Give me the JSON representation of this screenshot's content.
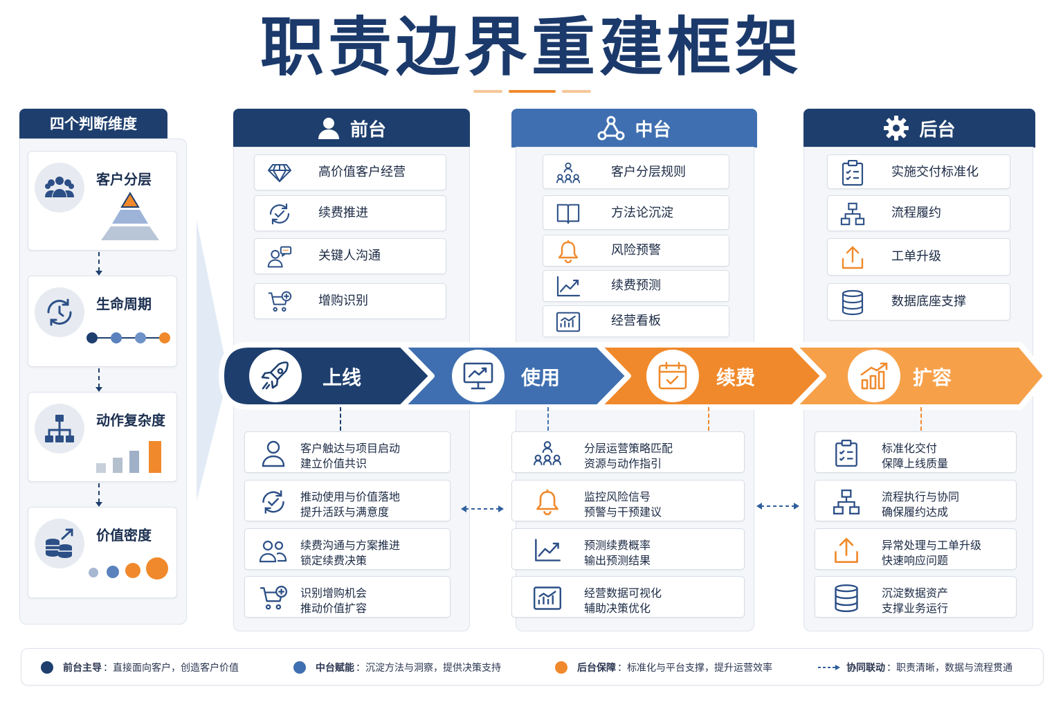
{
  "title": "职责边界重建框架",
  "colors": {
    "navy": "#1e3f6e",
    "blue": "#3f6fb0",
    "orange": "#f0892b",
    "light_orange": "#f6a14a"
  },
  "dimensions": {
    "header": "四个判断维度",
    "items": [
      {
        "label": "客户分层",
        "icon": "customer-group-icon"
      },
      {
        "label": "生命周期",
        "icon": "lifecycle-clock-icon"
      },
      {
        "label": "动作复杂度",
        "icon": "hierarchy-icon"
      },
      {
        "label": "价值密度",
        "icon": "coins-growth-icon"
      }
    ]
  },
  "columns": [
    {
      "title": "前台",
      "icon": "user-icon",
      "items": [
        {
          "label": "高价值客户经营",
          "icon": "diamond-icon"
        },
        {
          "label": "续费推进",
          "icon": "refresh-check-icon"
        },
        {
          "label": "关键人沟通",
          "icon": "people-chat-icon"
        },
        {
          "label": "增购识别",
          "icon": "cart-plus-icon"
        }
      ]
    },
    {
      "title": "中台",
      "icon": "network-icon",
      "items": [
        {
          "label": "客户分层规则",
          "icon": "org-people-icon"
        },
        {
          "label": "方法论沉淀",
          "icon": "book-icon"
        },
        {
          "label": "风险预警",
          "icon": "bell-icon"
        },
        {
          "label": "续费预测",
          "icon": "trend-line-icon"
        },
        {
          "label": "经营看板",
          "icon": "dashboard-icon"
        }
      ]
    },
    {
      "title": "后台",
      "icon": "gear-icon",
      "items": [
        {
          "label": "实施交付标准化",
          "icon": "checklist-icon"
        },
        {
          "label": "流程履约",
          "icon": "flow-tree-icon"
        },
        {
          "label": "工单升级",
          "icon": "upload-icon"
        },
        {
          "label": "数据底座支撑",
          "icon": "database-icon"
        }
      ]
    }
  ],
  "stages": [
    {
      "label": "上线",
      "icon": "rocket-icon"
    },
    {
      "label": "使用",
      "icon": "monitor-chart-icon"
    },
    {
      "label": "续费",
      "icon": "calendar-check-icon"
    },
    {
      "label": "扩容",
      "icon": "bar-growth-icon"
    }
  ],
  "bottom": [
    [
      {
        "l1": "客户触达与项目启动",
        "l2": "建立价值共识",
        "icon": "user-icon"
      },
      {
        "l1": "推动使用与价值落地",
        "l2": "提升活跃与满意度",
        "icon": "refresh-check-icon"
      },
      {
        "l1": "续费沟通与方案推进",
        "l2": "锁定续费决策",
        "icon": "people-icon"
      },
      {
        "l1": "识别增购机会",
        "l2": "推动价值扩容",
        "icon": "cart-plus-icon"
      }
    ],
    [
      {
        "l1": "分层运营策略匹配",
        "l2": "资源与动作指引",
        "icon": "org-people-icon"
      },
      {
        "l1": "监控风险信号",
        "l2": "预警与干预建议",
        "icon": "bell-icon"
      },
      {
        "l1": "预测续费概率",
        "l2": "输出预测结果",
        "icon": "trend-line-icon"
      },
      {
        "l1": "经营数据可视化",
        "l2": "辅助决策优化",
        "icon": "dashboard-icon"
      }
    ],
    [
      {
        "l1": "标准化交付",
        "l2": "保障上线质量",
        "icon": "checklist-icon"
      },
      {
        "l1": "流程执行与协同",
        "l2": "确保履约达成",
        "icon": "flow-tree-icon"
      },
      {
        "l1": "异常处理与工单升级",
        "l2": "快速响应问题",
        "icon": "upload-icon"
      },
      {
        "l1": "沉淀数据资产",
        "l2": "支撑业务运行",
        "icon": "database-icon"
      }
    ]
  ],
  "legend": [
    {
      "bold": "前台主导",
      "text": "：直接面向客户，创造客户价值",
      "color": "#1e3f6e"
    },
    {
      "bold": "中台赋能",
      "text": "：沉淀方法与洞察，提供决策支持",
      "color": "#3f6fb0"
    },
    {
      "bold": "后台保障",
      "text": "：标准化与平台支撑，提升运营效率",
      "color": "#f0892b"
    },
    {
      "bold": "协同联动",
      "text": "：职责清晰，数据与流程贯通",
      "color": "#2f5f9c"
    }
  ]
}
